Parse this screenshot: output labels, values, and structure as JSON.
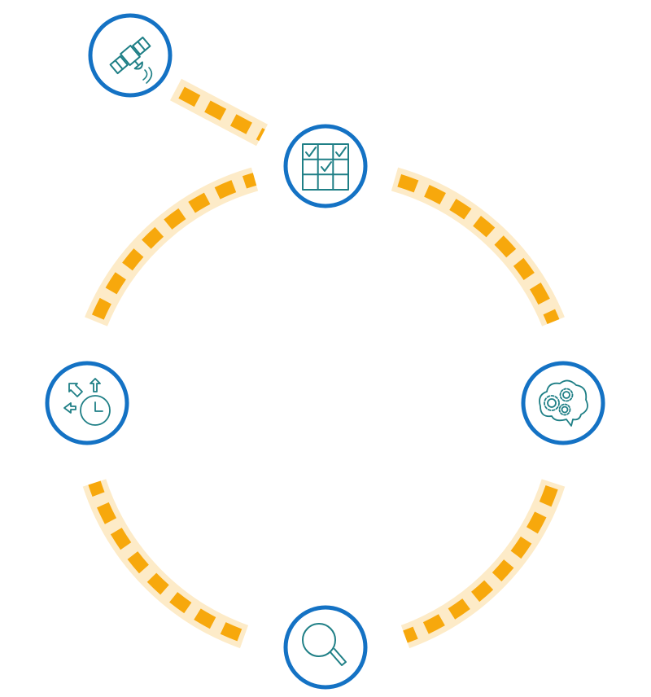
{
  "colors": {
    "node_ring": "#1472c4",
    "icon": "#1f7f86",
    "track": "#fdebc8",
    "dash": "#f7a80c",
    "background": "#ffffff"
  },
  "nodes": [
    {
      "id": "satellite",
      "icon": "satellite-icon"
    },
    {
      "id": "checklist",
      "icon": "checklist-grid-icon"
    },
    {
      "id": "brain",
      "icon": "brain-gears-icon"
    },
    {
      "id": "search",
      "icon": "magnifying-glass-icon"
    },
    {
      "id": "time",
      "icon": "clock-arrows-icon"
    }
  ],
  "connectors": [
    {
      "from": "satellite",
      "to": "checklist"
    },
    {
      "from": "checklist",
      "to": "brain"
    },
    {
      "from": "brain",
      "to": "search"
    },
    {
      "from": "search",
      "to": "time"
    },
    {
      "from": "time",
      "to": "checklist"
    }
  ]
}
